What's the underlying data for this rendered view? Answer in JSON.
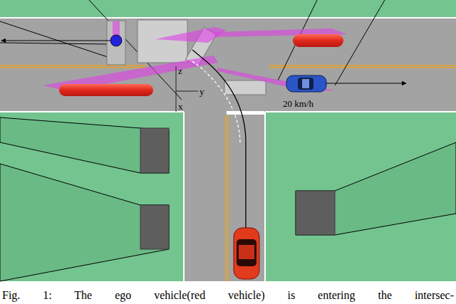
{
  "diagram": {
    "caption": "Fig. 1: The ego vehicle(red vehicle) is entering the intersec-",
    "labels": [
      "z",
      "y",
      "x",
      "20 km/h"
    ]
  }
}
